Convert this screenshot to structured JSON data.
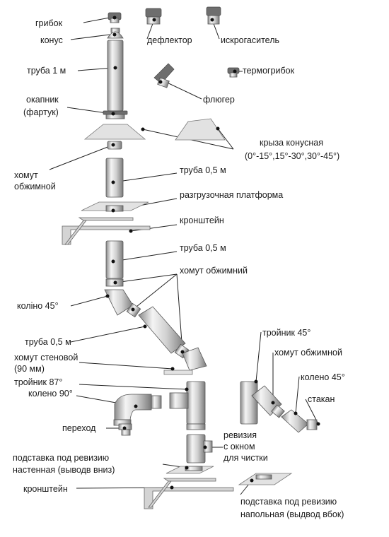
{
  "labels": {
    "gribok": "грибок",
    "konus": "конус",
    "truba1m": "труба 1 м",
    "okapnik_1": "окапник",
    "okapnik_2": "(фартук)",
    "deflektor": "дефлектор",
    "iskrogasitel": "искрогаситель",
    "termogribok": "термогрибок",
    "fluger": "флюгер",
    "kryza_1": "крыза конусная",
    "kryza_2": "(0°-15°,15°-30°,30°-45°)",
    "homut_obzh_1a": "хомут",
    "homut_obzh_1b": "обжимной",
    "truba05_1": "труба 0,5 м",
    "platforma": "разгрузочная платформа",
    "kronshtein_1": "кронштейн",
    "truba05_2": "труба 0,5 м",
    "homut_obzhimniy": "хомут обжимний",
    "koleno45": "коліно 45°",
    "truba05_3": "труба 0,5 м",
    "homut_sten_1": "хомут стеновой",
    "homut_sten_2": "(90 мм)",
    "troynik87": "тройник 87°",
    "koleno90": "колено 90°",
    "perehod": "переход",
    "troynik45": "тройник 45°",
    "homut_obzh_2": "хомут обжимной",
    "koleno45_2": "колено 45°",
    "stakan": "стакан",
    "reviziya_1": "ревизия",
    "reviziya_2": "с окном",
    "reviziya_3": "для чистки",
    "podst_nast_1": "подставка под ревизию",
    "podst_nast_2": "настенная (выводв вниз)",
    "kronshtein_2": "кронштейн",
    "podst_nap_1": "подставка под ревизию",
    "podst_nap_2": "напольная (выдвод вбок)"
  },
  "colors": {
    "steel_light": "#f4f4f4",
    "steel_dark": "#8a8a8a",
    "line": "#222222"
  }
}
